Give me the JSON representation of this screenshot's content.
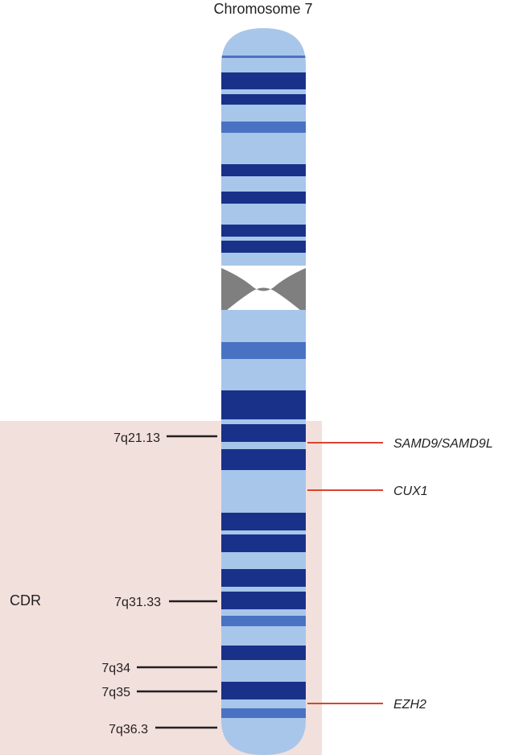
{
  "title": "Chromosome 7",
  "region_label": "CDR",
  "band_labels": [
    "7q21.13",
    "7q31.33",
    "7q34",
    "7q35",
    "7q36.3"
  ],
  "gene_labels": [
    "SAMD9/SAMD9L",
    "CUX1",
    "EZH2"
  ],
  "colors": {
    "chromosome_light": "#a8c6ea",
    "band_dark": "#1a318a",
    "band_medium": "#4a72c2",
    "centromere": "#7f7f7f",
    "region_shade": "#f2e0dd",
    "band_pointer": "#231f20",
    "gene_pointer": "#d9442e"
  }
}
